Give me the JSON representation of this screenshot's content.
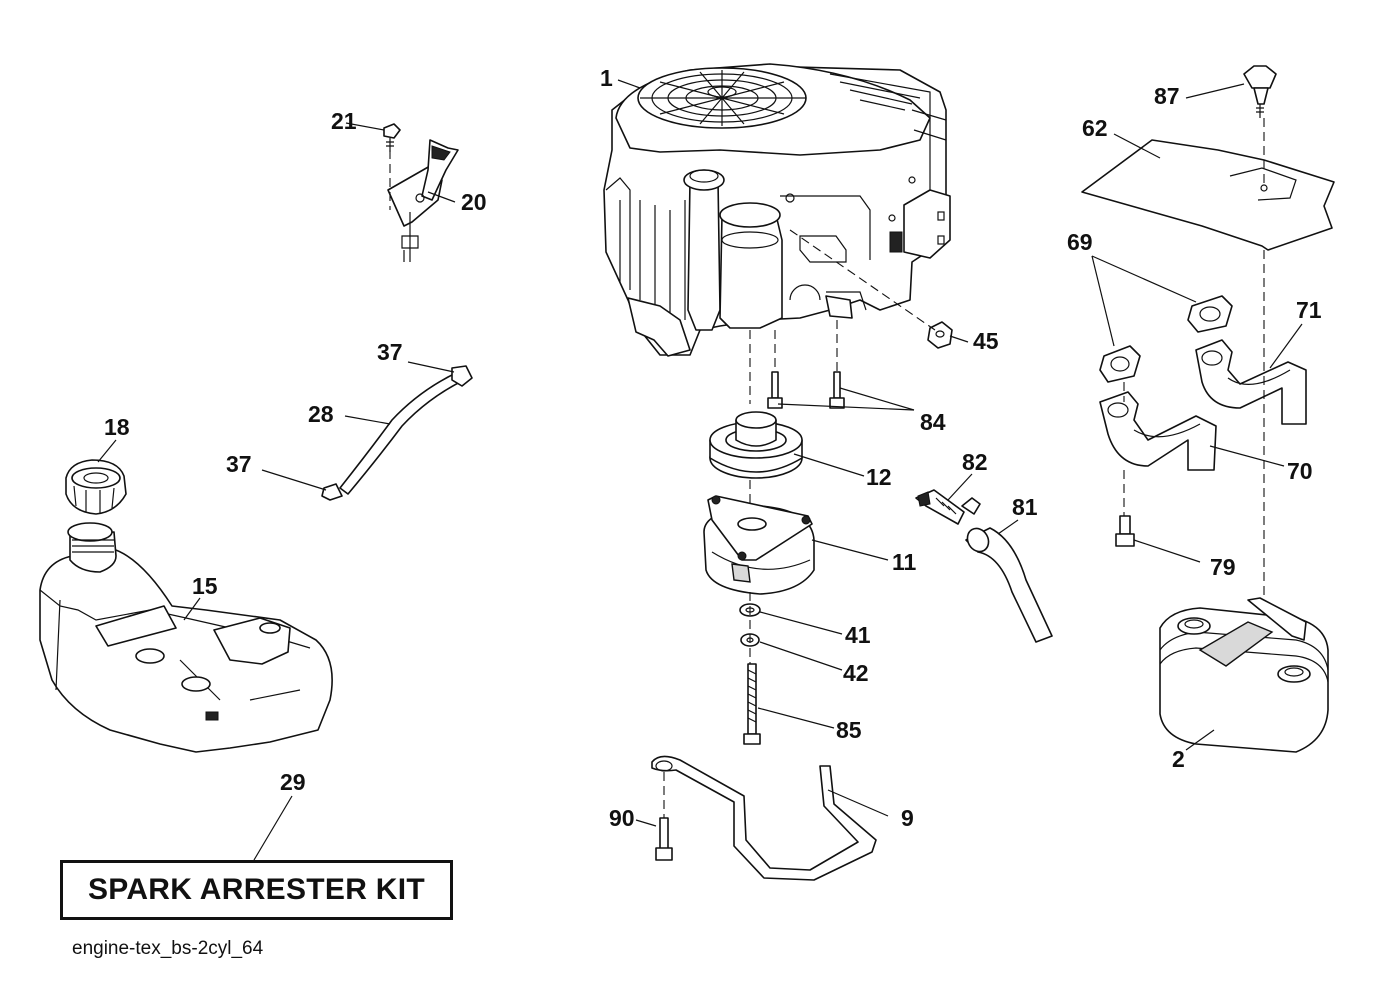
{
  "callouts": {
    "c1": "1",
    "c2": "2",
    "c9": "9",
    "c11": "11",
    "c12": "12",
    "c15": "15",
    "c18": "18",
    "c20": "20",
    "c21": "21",
    "c28": "28",
    "c29": "29",
    "c37a": "37",
    "c37b": "37",
    "c41": "41",
    "c42": "42",
    "c45": "45",
    "c62": "62",
    "c69": "69",
    "c70": "70",
    "c71": "71",
    "c79": "79",
    "c81": "81",
    "c82": "82",
    "c84": "84",
    "c85": "85",
    "c87": "87",
    "c90": "90"
  },
  "kit_label": "SPARK ARRESTER KIT",
  "diagram_id": "engine-tex_bs-2cyl_64"
}
